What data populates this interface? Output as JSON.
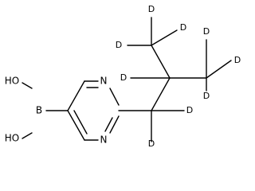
{
  "molecule": {
    "atoms": {
      "boron": "B",
      "hydroxyl_top": "HO",
      "hydroxyl_bottom": "HO",
      "nitrogen_top": "N",
      "nitrogen_bottom": "N",
      "deuteriums": [
        "D",
        "D",
        "D",
        "D",
        "D",
        "D",
        "D",
        "D",
        "D"
      ]
    }
  }
}
